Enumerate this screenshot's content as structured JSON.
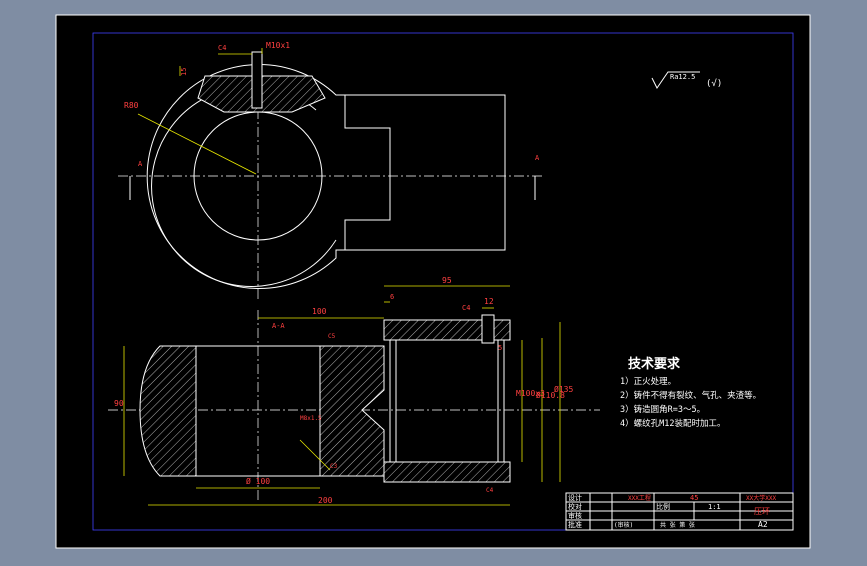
{
  "drawing": {
    "dims": {
      "chamfer_top": "C4",
      "thread_top": "M10x1",
      "depth_15": "15",
      "radius": "R80",
      "section_mark_left": "A",
      "section_mark_right": "A",
      "surface_finish": "Ra12.5",
      "finish_paren": "(√)",
      "section_title": "A-A",
      "width_100": "100",
      "width_95": "95",
      "width_6": "6",
      "c4_right": "C4",
      "width_12": "12",
      "depth_5": "5",
      "height_90": "90",
      "angle_label": "M8x1.5",
      "thread_right": "M100x3",
      "dia_110": "Ø110.8",
      "dia_135": "Ø135",
      "dia_100": "Ø 100",
      "length_200": "200",
      "small_label_1": "C5",
      "small_label_2": "C3",
      "small_label_3": "C4"
    },
    "notes": {
      "title": "技术要求",
      "items": [
        "1）正火处理。",
        "2）铸件不得有裂纹、气孔、夹渣等。",
        "3）铸造圆角R=3～5。",
        "4）螺纹孔M12装配时加工。"
      ]
    },
    "title_block": {
      "row1_label": "设计",
      "row2_label": "校对",
      "row3_label": "审核",
      "row4_label": "批准",
      "designer": "XXX工程",
      "material": "45",
      "company": "XX大学XXX",
      "scale_label": "比例",
      "scale_value": "1:1",
      "part_name": "压环",
      "sheet_info": "共 张 第 张",
      "sheet_size": "A2",
      "approval": "(审核)"
    }
  }
}
